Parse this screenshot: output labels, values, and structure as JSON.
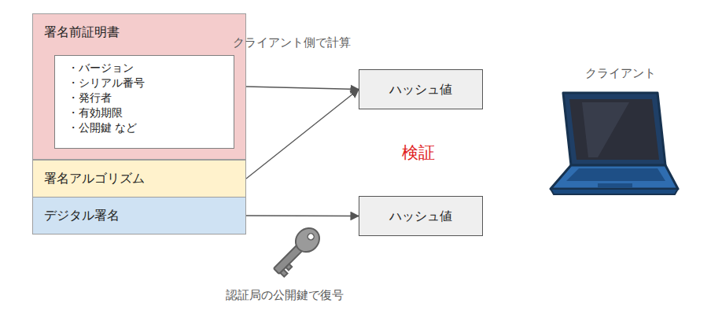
{
  "diagram": {
    "nodes": [
      {
        "text": [
          "署名前証明書"
        ]
      },
      {
        "text": [
          "・バージョン",
          "・シリアル番号",
          "・発行者",
          "・有効期限",
          "・公開鍵 など"
        ],
        "in": 0
      },
      {
        "text": [
          "署名アルゴリズム"
        ]
      },
      {
        "text": [
          "デジタル署名"
        ]
      },
      {
        "text": [
          "ハッシュ値"
        ]
      },
      {
        "text": [
          "ハッシュ値"
        ]
      }
    ],
    "edges": [
      {
        "from": 0,
        "to": 4,
        "arrow": "to"
      },
      {
        "from": 2,
        "to": 4,
        "arrow": "to"
      },
      {
        "from": 3,
        "to": 5,
        "arrow": "to"
      }
    ],
    "labels": [
      "クライアント側で計算",
      "検証",
      "認証局の公開鍵で復号",
      "クライアント"
    ]
  }
}
